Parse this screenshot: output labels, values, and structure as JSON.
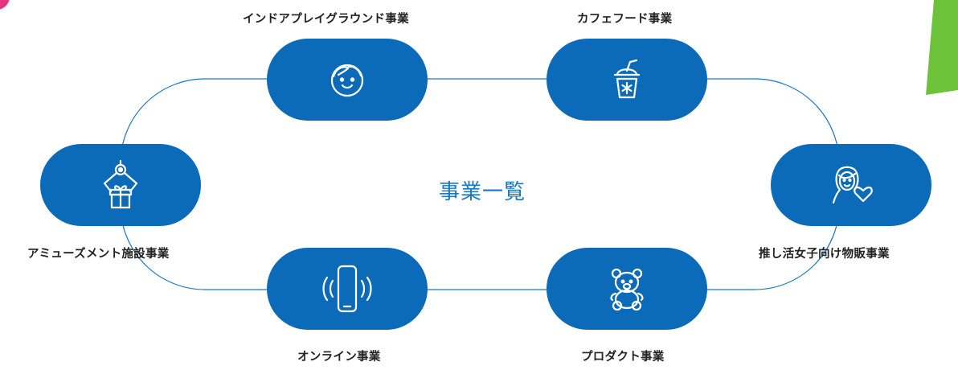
{
  "center_title": "事業一覧",
  "businesses": [
    {
      "id": "indoor",
      "label": "インドアプレイグラウンド事業",
      "icon": "child-face-icon"
    },
    {
      "id": "cafe",
      "label": "カフェフード事業",
      "icon": "iced-drink-icon"
    },
    {
      "id": "oshi",
      "label": "推し活女子向け物販事業",
      "icon": "woman-heart-icon"
    },
    {
      "id": "product",
      "label": "プロダクト事業",
      "icon": "teddy-bear-icon"
    },
    {
      "id": "online",
      "label": "オンライン事業",
      "icon": "smartphone-vibrate-icon"
    },
    {
      "id": "amusement",
      "label": "アミューズメント施設事業",
      "icon": "crane-game-icon"
    }
  ],
  "colors": {
    "pill": "#0b6bb8",
    "line": "#1a78c2",
    "title": "#1a78c2",
    "accent_green": "#6cc33a",
    "accent_pink": "#e5367f"
  }
}
